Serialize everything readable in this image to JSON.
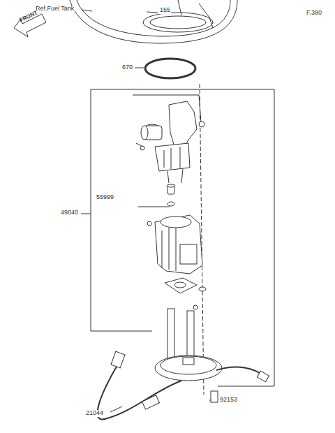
{
  "diagram": {
    "labels": [
      "Ref.Fuel Tank",
      "155",
      "F.380",
      "FRONT",
      "670",
      "55999",
      "49040",
      "92153",
      "21044"
    ]
  }
}
